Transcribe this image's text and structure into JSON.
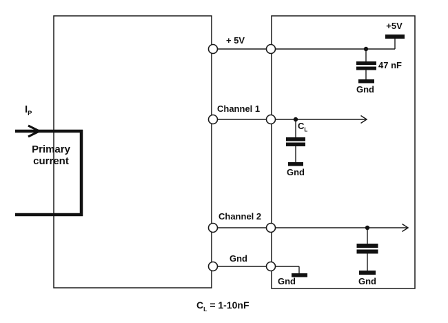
{
  "primary_side": {
    "current_symbol": "I",
    "current_symbol_sub": "P",
    "description_line1": "Primary",
    "description_line2": "current"
  },
  "pins": [
    {
      "label": "+ 5V"
    },
    {
      "label": "Channel 1"
    },
    {
      "label": "Channel 2"
    },
    {
      "label": "Gnd"
    }
  ],
  "right_circuit": {
    "supply_label": "+5V",
    "decoupling_cap_value": "47 nF",
    "decoupling_cap_gnd": "Gnd",
    "load_cap_symbol": "C",
    "load_cap_symbol_sub": "L",
    "load_cap_gnd": "Gnd",
    "output_cap_gnd": "Gnd",
    "gnd_pin_gnd": "Gnd"
  },
  "footnote": {
    "symbol": "C",
    "symbol_sub": "L",
    "equation": " = 1-10nF"
  },
  "colors": {
    "stroke": "#1a1a1a",
    "background": "#ffffff"
  }
}
